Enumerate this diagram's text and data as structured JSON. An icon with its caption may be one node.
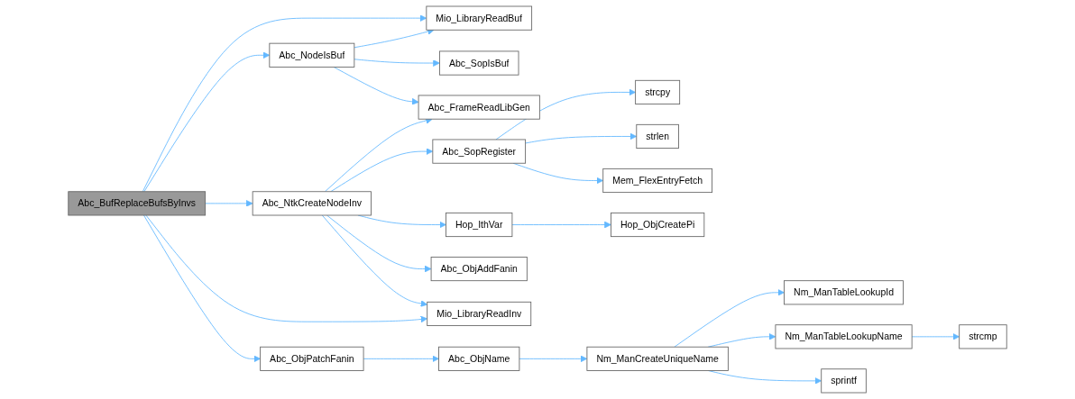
{
  "diagram": {
    "nodes": [
      {
        "text": [
          "Abc_BufReplaceBufsByInvs"
        ]
      },
      {
        "text": [
          "Mio_LibraryReadBuf"
        ]
      },
      {
        "text": [
          "Abc_NodeIsBuf"
        ]
      },
      {
        "text": [
          "Abc_SopIsBuf"
        ]
      },
      {
        "text": [
          "Abc_FrameReadLibGen"
        ]
      },
      {
        "text": [
          "Abc_NtkCreateNodeInv"
        ]
      },
      {
        "text": [
          "strcpy"
        ]
      },
      {
        "text": [
          "Abc_SopRegister"
        ]
      },
      {
        "text": [
          "strlen"
        ]
      },
      {
        "text": [
          "Mem_FlexEntryFetch"
        ]
      },
      {
        "text": [
          "Hop_IthVar"
        ]
      },
      {
        "text": [
          "Hop_ObjCreatePi"
        ]
      },
      {
        "text": [
          "Abc_ObjAddFanin"
        ]
      },
      {
        "text": [
          "Mio_LibraryReadInv"
        ]
      },
      {
        "text": [
          "Abc_ObjPatchFanin"
        ]
      },
      {
        "text": [
          "Abc_ObjName"
        ]
      },
      {
        "text": [
          "Nm_ManCreateUniqueName"
        ]
      },
      {
        "text": [
          "Nm_ManTableLookupId"
        ]
      },
      {
        "text": [
          "Nm_ManTableLookupName"
        ]
      },
      {
        "text": [
          "strcmp"
        ]
      },
      {
        "text": [
          "sprintf"
        ]
      }
    ],
    "edges": [
      {
        "from": 0,
        "to": 1,
        "arrow": "to"
      },
      {
        "from": 0,
        "to": 2,
        "arrow": "to"
      },
      {
        "from": 0,
        "to": 5,
        "arrow": "to"
      },
      {
        "from": 0,
        "to": 13,
        "arrow": "to"
      },
      {
        "from": 0,
        "to": 14,
        "arrow": "to"
      },
      {
        "from": 2,
        "to": 1,
        "arrow": "to"
      },
      {
        "from": 2,
        "to": 3,
        "arrow": "to"
      },
      {
        "from": 2,
        "to": 4,
        "arrow": "to"
      },
      {
        "from": 5,
        "to": 4,
        "arrow": "to"
      },
      {
        "from": 5,
        "to": 7,
        "arrow": "to"
      },
      {
        "from": 5,
        "to": 10,
        "arrow": "to"
      },
      {
        "from": 5,
        "to": 12,
        "arrow": "to"
      },
      {
        "from": 5,
        "to": 13,
        "arrow": "to"
      },
      {
        "from": 7,
        "to": 6,
        "arrow": "to"
      },
      {
        "from": 7,
        "to": 8,
        "arrow": "to"
      },
      {
        "from": 7,
        "to": 9,
        "arrow": "to"
      },
      {
        "from": 10,
        "to": 11,
        "arrow": "to"
      },
      {
        "from": 14,
        "to": 15,
        "arrow": "to"
      },
      {
        "from": 15,
        "to": 16,
        "arrow": "to"
      },
      {
        "from": 16,
        "to": 17,
        "arrow": "to"
      },
      {
        "from": 16,
        "to": 18,
        "arrow": "to"
      },
      {
        "from": 16,
        "to": 20,
        "arrow": "to"
      },
      {
        "from": 18,
        "to": 19,
        "arrow": "to"
      }
    ]
  }
}
